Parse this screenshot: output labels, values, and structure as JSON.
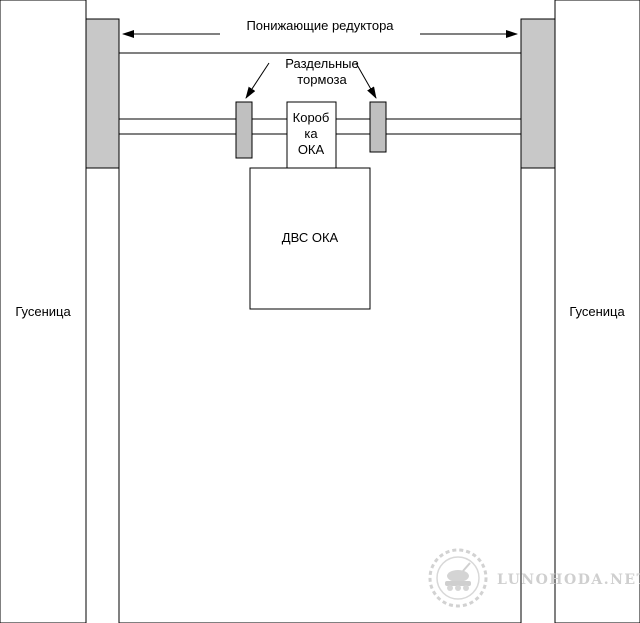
{
  "labels": {
    "left_track": "Гусеница",
    "right_track": "Гусеница",
    "reducers": "Понижающие редуктора",
    "brakes_line1": "Раздельные",
    "brakes_line2": "тормоза",
    "gearbox_line1": "Короб",
    "gearbox_line2": "ка",
    "gearbox_line3": "ОКА",
    "engine": "ДВС ОКА"
  },
  "watermark": {
    "text": "LUNOHODA.NET",
    "icon": "lunokhod-emblem-icon"
  },
  "colors": {
    "line": "#000000",
    "reducer_fill": "#c8c8c8",
    "brake_fill": "#c0c0c0",
    "background": "#ffffff",
    "watermark": "#cfcfcf"
  }
}
